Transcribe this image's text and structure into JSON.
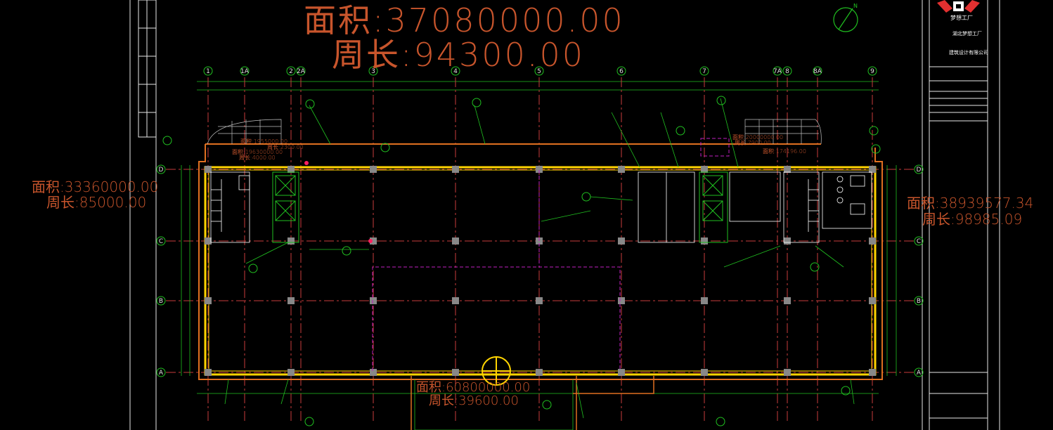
{
  "measurements": {
    "top_area": "面积:37080000.00",
    "top_perimeter": "周长:94300.00",
    "left_area": "面积:33360000.00",
    "left_perimeter": "周长:85000.00",
    "right_area": "面积:38939577.34",
    "right_perimeter": "周长:98985.09",
    "bottom_area": "面积:60800000.00",
    "bottom_perimeter": "周长:39600.00",
    "small_area_1": "面积:1955000.00",
    "small_perimeter_1": "周长:2300.00",
    "small_area_2": "面积:19630000.00",
    "small_perimeter_2": "周长:4000.00",
    "small_area_3": "面积:20000000.00",
    "small_perimeter_3": "周长:7900.00",
    "small_area_4": "面积:174196.00"
  },
  "title_block": {
    "logo_text": "梦想工厂",
    "company_line": "湖北梦想工厂",
    "company_sub": "建筑设计有限公司"
  },
  "axes": {
    "columns": [
      "1",
      "1A",
      "2",
      "2A",
      "3",
      "4",
      "5",
      "6",
      "7",
      "7A",
      "8",
      "8A",
      "9"
    ],
    "rows": [
      "D",
      "C",
      "B",
      "A"
    ]
  },
  "colors": {
    "background": "#000000",
    "grid_line": "#c83c3c",
    "wall_outline": "#ffd400",
    "outer_outline": "#e07020",
    "dimension": "#20c020",
    "measure_text": "#c8552c",
    "magenta_line": "#c020c0"
  }
}
